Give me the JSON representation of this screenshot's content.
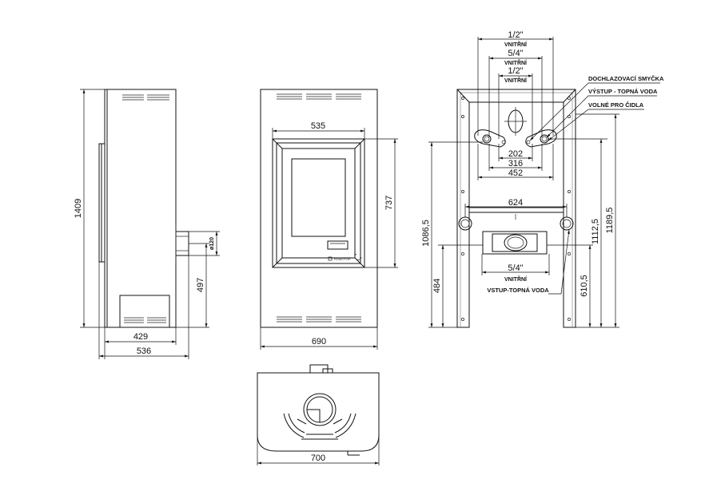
{
  "side_view": {
    "height": "1409",
    "depth_inner": "429",
    "depth_total": "536",
    "connection_height": "497",
    "pipe_diameter": "ø120"
  },
  "front_view": {
    "width": "690",
    "door_width": "535",
    "door_height": "737",
    "brand": "ROMOTOP"
  },
  "top_view": {
    "width": "700"
  },
  "rear_view": {
    "thread_1": "1/2\"",
    "thread_1_note": "VNITŘNÍ",
    "thread_2": "5/4\"",
    "thread_2_note": "VNITŘNÍ",
    "thread_3": "1/2\"",
    "thread_3_note": "VNITŘNÍ",
    "dim_202": "202",
    "dim_316": "316",
    "dim_452": "452",
    "dim_624": "624",
    "bottom_thread": "5/4\"",
    "bottom_thread_note": "VNITŘNÍ",
    "bottom_label": "VSTUP-TOPNÁ VODA",
    "dim_484": "484",
    "dim_1086": "1086,5",
    "dim_610": "610,5",
    "dim_1112": "1112,5",
    "dim_1189": "1189,5",
    "labels": [
      "DOCHLAZOVACÍ SMYČKA",
      "VÝSTUP - TOPNÁ VODA",
      "VOLNÉ PRO ČIDLA"
    ]
  }
}
